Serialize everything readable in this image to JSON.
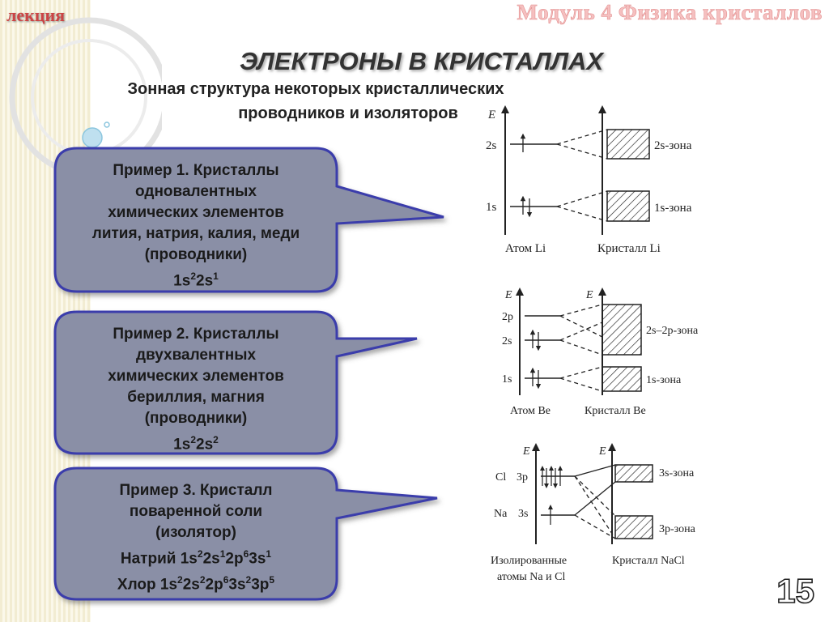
{
  "header": {
    "lecture_label": "лекция",
    "module_title": "Модуль 4 Физика кристаллов"
  },
  "slide": {
    "title": "ЭЛЕКТРОНЫ В КРИСТАЛЛАХ",
    "subtitle_line1": "Зонная структура некоторых кристаллических",
    "subtitle_line2": "проводников и изоляторов",
    "page_number": "15"
  },
  "examples": [
    {
      "lines": [
        "Пример 1. Кристаллы",
        "одновалентных",
        "химических элементов",
        "лития, натрия, калия, меди",
        "(проводники)"
      ],
      "formula": "1s<sup>2</sup>2s<sup>1</sup>"
    },
    {
      "lines": [
        "Пример 2. Кристаллы",
        "двухвалентных",
        "химических элементов",
        "бериллия, магния",
        "(проводники)"
      ],
      "formula": "1s<sup>2</sup>2s<sup>2</sup>"
    },
    {
      "lines": [
        "Пример 3. Кристалл",
        "поваренной соли",
        "(изолятор)"
      ],
      "formula_na": "Натрий 1s<sup>2</sup>2s<sup>1</sup>2p<sup>6</sup>3s<sup>1</sup>",
      "formula_cl": "Хлор 1s<sup>2</sup>2s<sup>2</sup>2p<sup>6</sup>3s<sup>2</sup>3p<sup>5</sup>"
    }
  ],
  "diagrams": {
    "li": {
      "axis": "E",
      "level_2s": "2s",
      "level_1s": "1s",
      "band_2s": "2s-зона",
      "band_1s": "1s-зона",
      "atom_label": "Атом Li",
      "crystal_label": "Кристалл Li"
    },
    "be": {
      "axis": "E",
      "level_2p": "2p",
      "level_2s": "2s",
      "level_1s": "1s",
      "band_top": "2s–2p-зона",
      "band_1s": "1s-зона",
      "atom_label": "Атом Be",
      "crystal_label": "Кристалл Be"
    },
    "nacl": {
      "axis": "E",
      "cl": "Cl",
      "na": "Na",
      "level_3p": "3p",
      "level_3s": "3s",
      "band_3s": "3s-зона",
      "band_3p": "3p-зона",
      "atoms_label_1": "Изолированные",
      "atoms_label_2": "атомы Na и Cl",
      "crystal_label": "Кристалл NaCl"
    }
  },
  "colors": {
    "callout_fill": "#8a8fa6",
    "callout_border": "#3a3dab",
    "module_text": "#f5c0c0",
    "lecture_text": "#cc4444"
  }
}
